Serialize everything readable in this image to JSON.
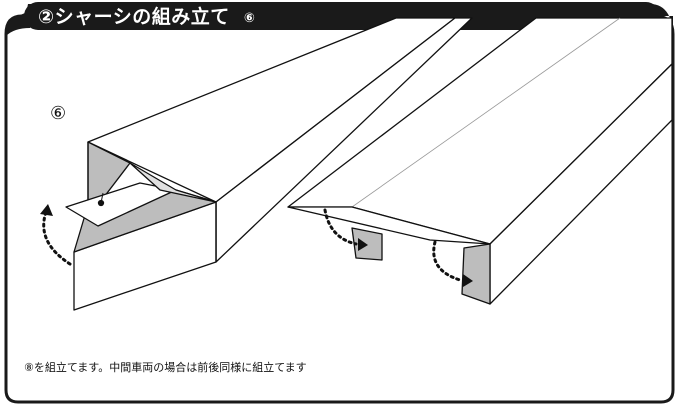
{
  "header": {
    "title": "②シャーシの組み立て",
    "step_badge": "⑥"
  },
  "figure": {
    "step_label": "⑥"
  },
  "caption": "⑧を組立てます。中間車両の場合は前後同様に組立てます",
  "colors": {
    "header_bg": "#1a1a1a",
    "frame_border": "#1a1a1a",
    "shade": "#bdbdbd",
    "shade_dark": "#9e9e9e",
    "line": "#111111"
  }
}
